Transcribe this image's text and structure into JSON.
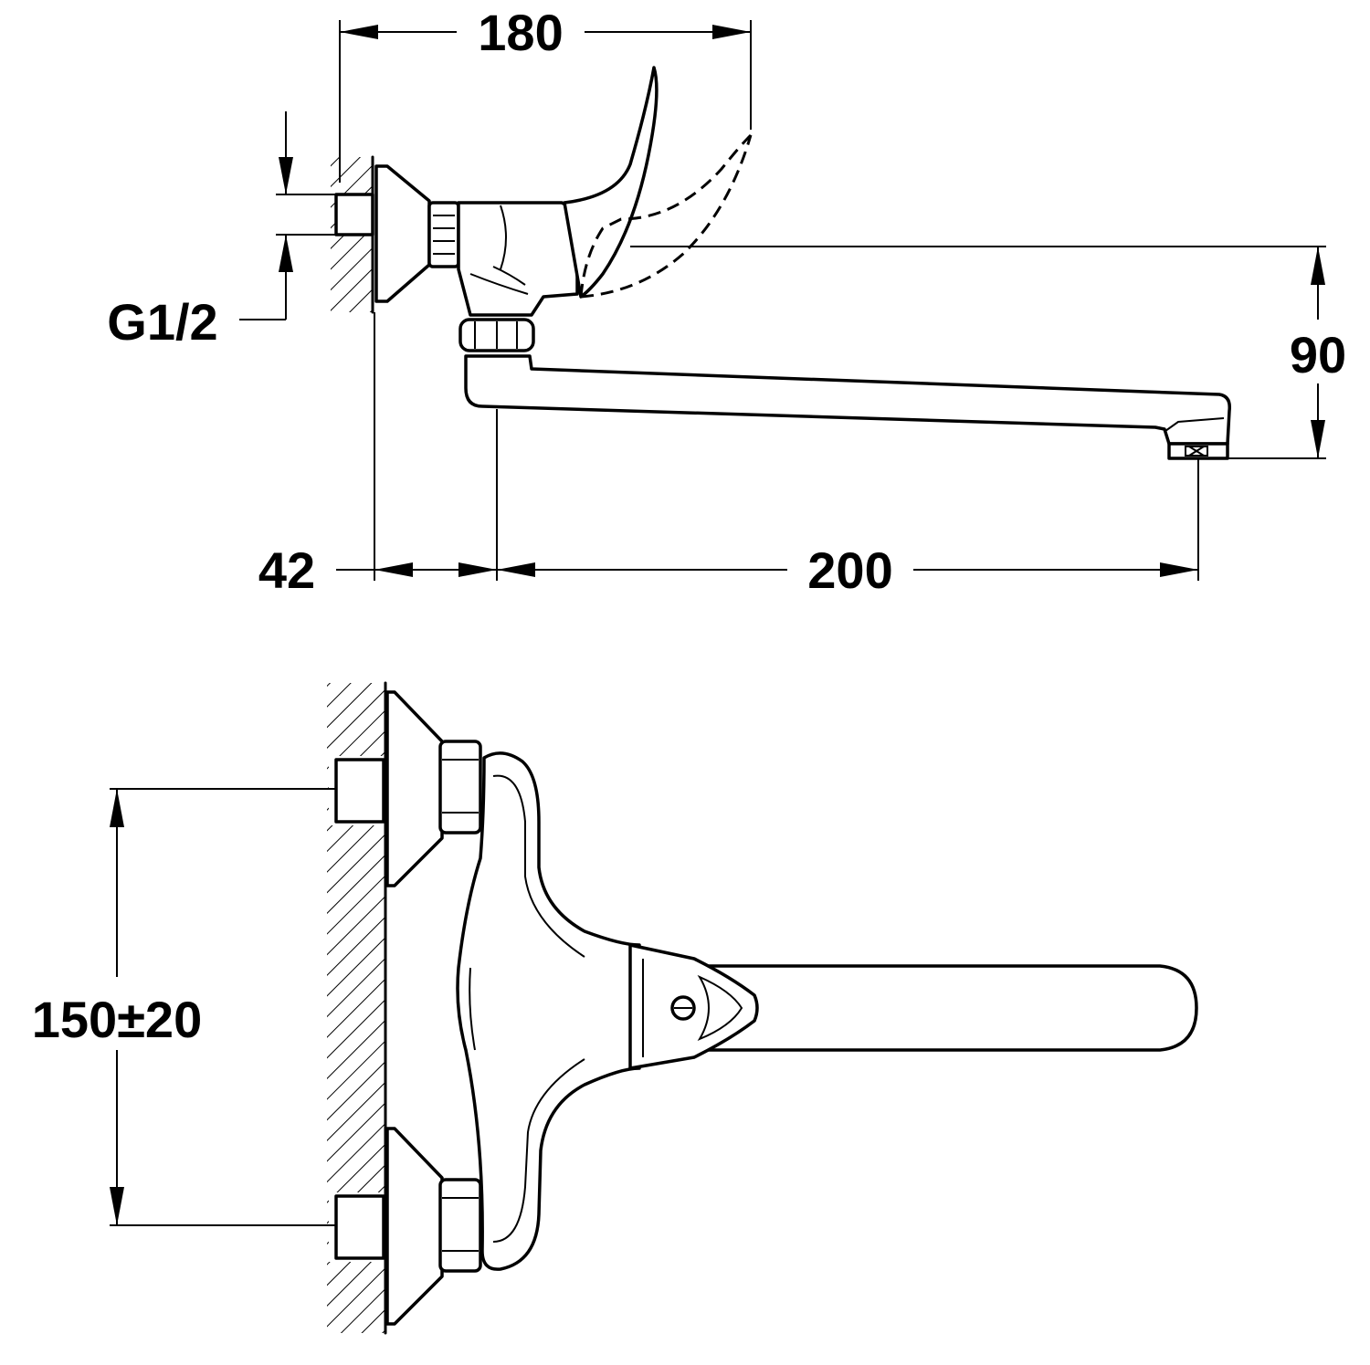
{
  "dimensions": {
    "overall_depth": "180",
    "thread": "G1/2",
    "spout_height": "90",
    "wall_offset": "42",
    "spout_reach": "200",
    "inlet_spacing": "150±20"
  }
}
